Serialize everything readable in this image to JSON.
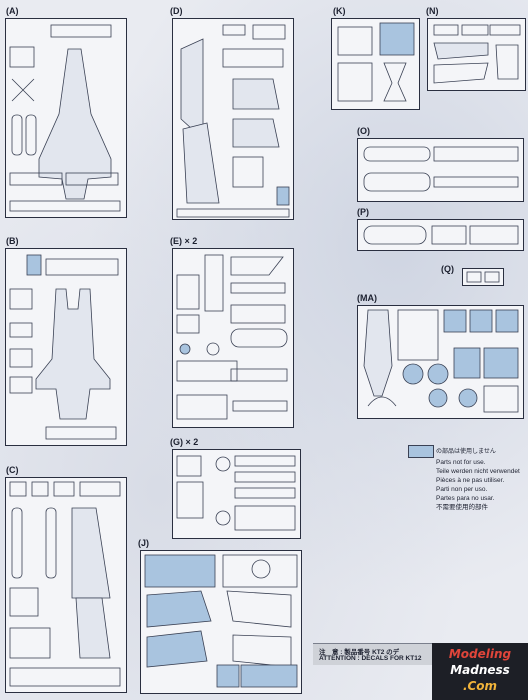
{
  "sections": {
    "A": {
      "label": "(A)"
    },
    "B": {
      "label": "(B)"
    },
    "C": {
      "label": "(C)"
    },
    "D": {
      "label": "(D)"
    },
    "E": {
      "label": "(E) × 2"
    },
    "G": {
      "label": "(G) × 2"
    },
    "J": {
      "label": "(J)"
    },
    "K": {
      "label": "(K)"
    },
    "N": {
      "label": "(N)"
    },
    "O": {
      "label": "(O)"
    },
    "P": {
      "label": "(P)"
    },
    "Q": {
      "label": "(Q)"
    },
    "MA": {
      "label": "(MA)"
    }
  },
  "legend": {
    "swatch_color": "#a9c4df",
    "jp": "の部品は使用しません",
    "lines": [
      "Parts not for use.",
      "Teile werden nicht verwendet",
      "Pièces à ne pas utiliser.",
      "Parti non per uso.",
      "Partes para no usar.",
      "不需要使用的部件"
    ]
  },
  "notice": {
    "jp": "注　意 : 製品番号 KT2 のデ",
    "en": "ATTENTION : DECALS FOR KT12"
  },
  "logo": {
    "line1": "Modeling",
    "line2": "Madness",
    "line3": ".Com"
  }
}
